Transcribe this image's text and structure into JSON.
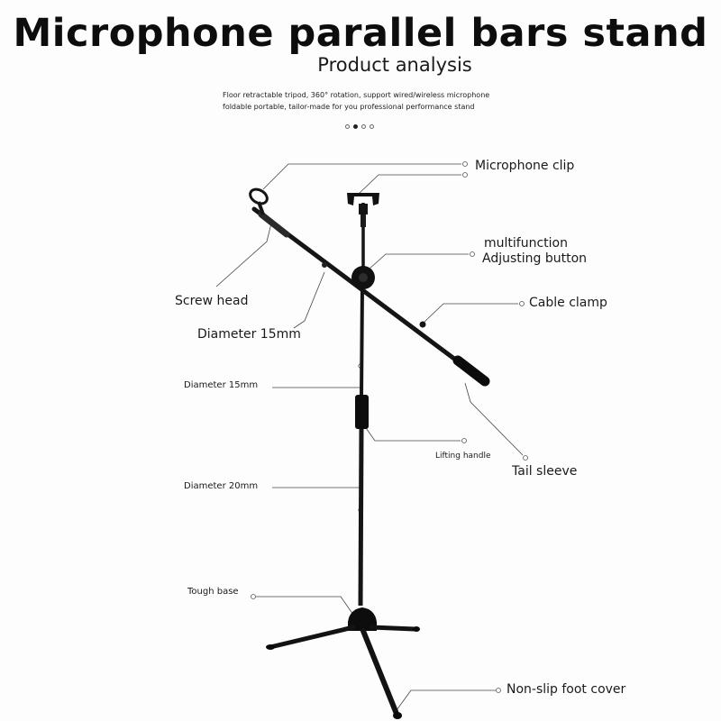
{
  "header": {
    "title": "Microphone parallel bars stand",
    "subtitle": "Product analysis",
    "description_lines": [
      "Floor retractable tripod, 360° rotation, support wired/wireless microphone",
      "foldable portable, tailor-made for you professional performance stand"
    ]
  },
  "carousel": {
    "count": 4,
    "active_index": 1
  },
  "labels": {
    "microphone_clip": "Microphone clip",
    "multifunction": "multifunction",
    "adjusting_button": "Adjusting button",
    "screw_head": "Screw head",
    "cable_clamp": "Cable clamp",
    "diameter_boom": "Diameter 15mm",
    "diameter_upper": "Diameter 15mm",
    "lifting_handle": "Lifting handle",
    "tail_sleeve": "Tail sleeve",
    "diameter_lower": "Diameter 20mm",
    "tough_base": "Tough base",
    "non_slip_foot_cover": "Non-slip foot cover"
  },
  "colors": {
    "stand": "#121212",
    "leader_line": "#444444",
    "text": "#1a1a1a"
  }
}
